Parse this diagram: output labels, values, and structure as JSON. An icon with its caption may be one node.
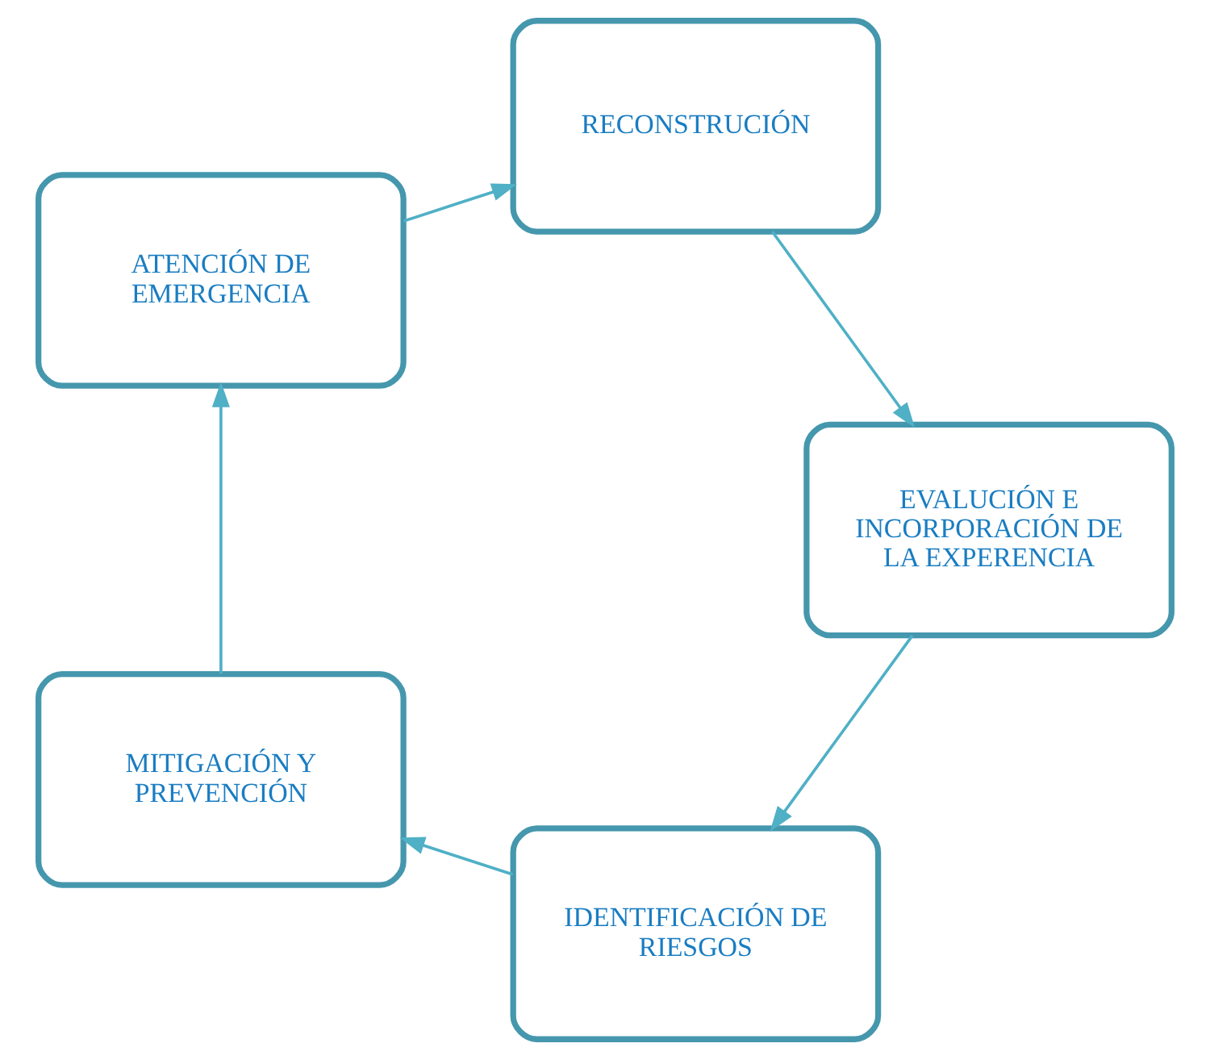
{
  "diagram": {
    "nodes": [
      {
        "text": [
          "IDENTIFICACIÓN DE RIESGOS"
        ]
      },
      {
        "text": [
          "MITIGACIÓN Y PREVENCIÓN"
        ]
      },
      {
        "text": [
          "ATENCIÓN DE EMERGENCIA"
        ]
      },
      {
        "text": [
          "RECONSTRUCIÓN"
        ]
      },
      {
        "text": [
          "EVALUCIÓN E INCORPORACIÓN DE LA EXPERENCIA"
        ]
      }
    ],
    "edges": [
      {
        "from": 0,
        "to": 1,
        "arrow": "to"
      },
      {
        "from": 1,
        "to": 2,
        "arrow": "to"
      },
      {
        "from": 2,
        "to": 3,
        "arrow": "to"
      },
      {
        "from": 3,
        "to": 4,
        "arrow": "to"
      },
      {
        "from": 4,
        "to": 0,
        "arrow": "to"
      }
    ]
  }
}
